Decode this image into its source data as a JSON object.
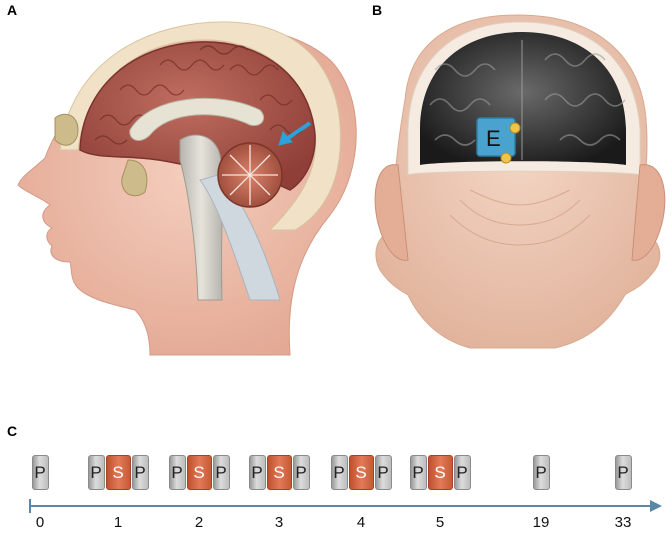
{
  "panels": {
    "a": "A",
    "b": "B",
    "c": "C"
  },
  "electrode_label": "E",
  "timeline": {
    "axis_color": "#5b87a6",
    "p_label": "P",
    "s_label": "S",
    "sessions": [
      {
        "label": "0",
        "boxes": [
          "P"
        ]
      },
      {
        "label": "1",
        "boxes": [
          "P",
          "S",
          "P"
        ]
      },
      {
        "label": "2",
        "boxes": [
          "P",
          "S",
          "P"
        ]
      },
      {
        "label": "3",
        "boxes": [
          "P",
          "S",
          "P"
        ]
      },
      {
        "label": "4",
        "boxes": [
          "P",
          "S",
          "P"
        ]
      },
      {
        "label": "5",
        "boxes": [
          "P",
          "S",
          "P"
        ]
      },
      {
        "label": "19",
        "boxes": [
          "P"
        ]
      },
      {
        "label": "33",
        "boxes": [
          "P"
        ]
      }
    ]
  },
  "colors": {
    "skin": "#e9b8a6",
    "brain": "#a9544b",
    "cerebellum_arrow": "#2aa3d8",
    "electrode": "#4aa3cf",
    "stim": "#d9653f",
    "probe": "#c7c7c7"
  }
}
